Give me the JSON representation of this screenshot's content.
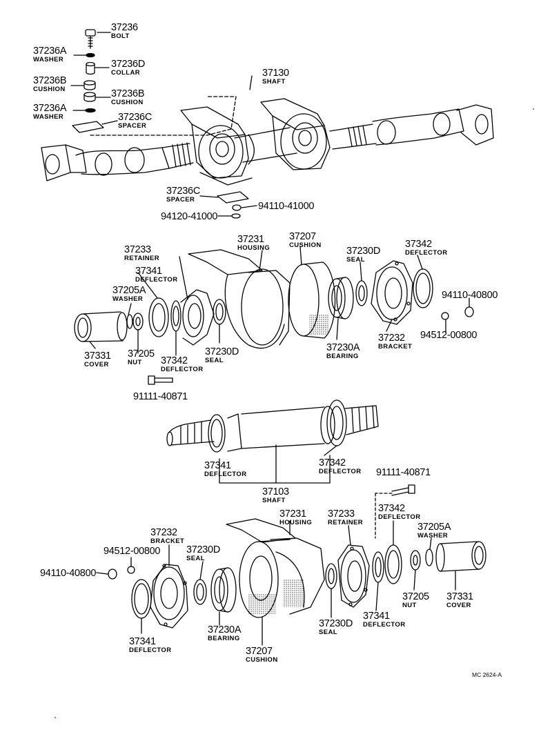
{
  "diagram_code": "MC 2624-A",
  "colors": {
    "ink": "#000000",
    "paper": "#ffffff",
    "shade": "#bdbdbd"
  },
  "labels": [
    {
      "num": "37236",
      "name": "BOLT"
    },
    {
      "num": "37236A",
      "name": "WASHER"
    },
    {
      "num": "37236D",
      "name": "COLLAR"
    },
    {
      "num": "37236B",
      "name": "CUSHION"
    },
    {
      "num": "37236B",
      "name": "CUSHION"
    },
    {
      "num": "37236A",
      "name": "WASHER"
    },
    {
      "num": "37236C",
      "name": "SPACER"
    },
    {
      "num": "37130",
      "name": "SHAFT"
    },
    {
      "num": "37236C",
      "name": "SPACER"
    },
    {
      "num": "94110-41000",
      "name": ""
    },
    {
      "num": "94120-41000",
      "name": ""
    },
    {
      "num": "37233",
      "name": "RETAINER"
    },
    {
      "num": "37231",
      "name": "HOUSING"
    },
    {
      "num": "37207",
      "name": "CUSHION"
    },
    {
      "num": "37230D",
      "name": "SEAL"
    },
    {
      "num": "37342",
      "name": "DEFLECTOR"
    },
    {
      "num": "37341",
      "name": "DEFLECTOR"
    },
    {
      "num": "37205A",
      "name": "WASHER"
    },
    {
      "num": "94110-40800",
      "name": ""
    },
    {
      "num": "94512-00800",
      "name": ""
    },
    {
      "num": "37232",
      "name": "BRACKET"
    },
    {
      "num": "37331",
      "name": "COVER"
    },
    {
      "num": "37205",
      "name": "NUT"
    },
    {
      "num": "37342",
      "name": "DEFLECTOR"
    },
    {
      "num": "37230D",
      "name": "SEAL"
    },
    {
      "num": "37230A",
      "name": "BEARING"
    },
    {
      "num": "91111-40871",
      "name": ""
    },
    {
      "num": "37341",
      "name": "DEFLECTOR"
    },
    {
      "num": "37342",
      "name": "DEFLECTOR"
    },
    {
      "num": "37103",
      "name": "SHAFT"
    },
    {
      "num": "91111-40871",
      "name": ""
    },
    {
      "num": "37231",
      "name": "HOUSING"
    },
    {
      "num": "37233",
      "name": "RETAINER"
    },
    {
      "num": "37342",
      "name": "DEFLECTOR"
    },
    {
      "num": "37232",
      "name": "BRACKET"
    },
    {
      "num": "37230D",
      "name": "SEAL"
    },
    {
      "num": "37205A",
      "name": "WASHER"
    },
    {
      "num": "94512-00800",
      "name": ""
    },
    {
      "num": "94110-40800",
      "name": ""
    },
    {
      "num": "37341",
      "name": "DEFLECTOR"
    },
    {
      "num": "37230A",
      "name": "BEARING"
    },
    {
      "num": "37207",
      "name": "CUSHION"
    },
    {
      "num": "37230D",
      "name": "SEAL"
    },
    {
      "num": "37341",
      "name": "DEFLECTOR"
    },
    {
      "num": "37205",
      "name": "NUT"
    },
    {
      "num": "37331",
      "name": "COVER"
    }
  ]
}
